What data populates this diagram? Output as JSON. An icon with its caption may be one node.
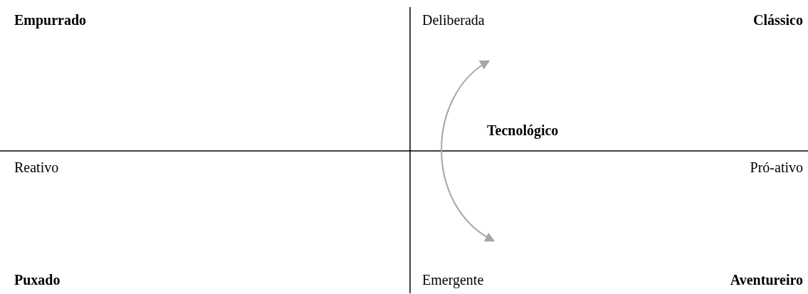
{
  "diagram": {
    "labels": [
      "Empurrado",
      "Deliberada",
      "Clássico",
      "Tecnológico",
      "Reativo",
      "Pró-ativo",
      "Puxado",
      "Emergente",
      "Aventureiro"
    ]
  }
}
